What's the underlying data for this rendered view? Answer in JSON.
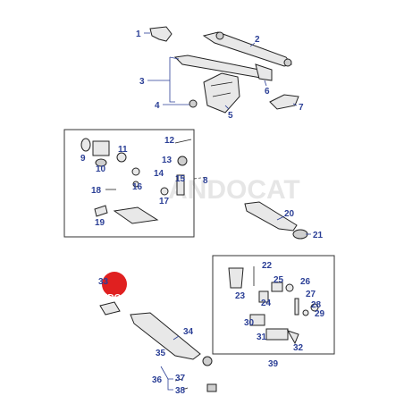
{
  "watermark": {
    "text": "ANDOCAT"
  },
  "logo": {
    "text": "ANDOCAT",
    "color": "#e02020"
  },
  "callouts": [
    "1",
    "2",
    "3",
    "4",
    "5",
    "6",
    "7",
    "8",
    "9",
    "10",
    "11",
    "12",
    "13",
    "14",
    "15",
    "16",
    "17",
    "18",
    "19",
    "20",
    "21",
    "22",
    "23",
    "24",
    "25",
    "26",
    "27",
    "28",
    "29",
    "30",
    "31",
    "32",
    "33",
    "34",
    "35",
    "36",
    "37",
    "38",
    "39"
  ],
  "colors": {
    "callout": "#2b3f96",
    "line": "#222222"
  }
}
